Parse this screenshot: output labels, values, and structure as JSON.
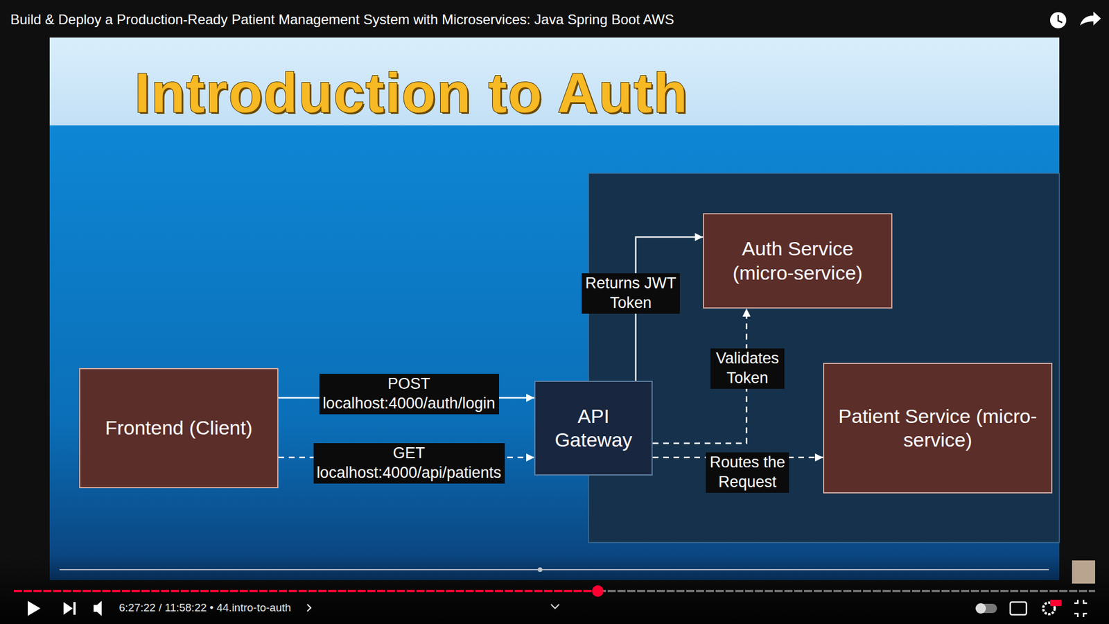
{
  "diagram": {
    "title": "Introduction to Auth",
    "nodes": [
      {
        "text": [
          "Frontend (Client)"
        ]
      },
      {
        "text": [
          "API Gateway"
        ]
      },
      {
        "text": [
          "Auth Service (micro-service)"
        ]
      },
      {
        "text": [
          "Patient Service (micro-service)"
        ]
      }
    ],
    "edges": [
      {
        "from": 0,
        "to": 1,
        "label": "POST localhost:4000/auth/login",
        "arrow": "to"
      },
      {
        "from": 0,
        "to": 1,
        "label": "GET localhost:4000/api/patients",
        "arrow": "to"
      },
      {
        "from": 1,
        "to": 2,
        "label": "Returns JWT Token",
        "arrow": "to"
      },
      {
        "from": 1,
        "to": 2,
        "label": "Validates Token",
        "arrow": "to"
      },
      {
        "from": 1,
        "to": 3,
        "label": "Routes the Request",
        "arrow": "to"
      }
    ],
    "labels": [
      "Build & Deploy a Production-Ready Patient Management System with Microservices: Java Spring Boot AWS",
      "6:27:22 / 11:58:22 • 44.intro-to-auth"
    ]
  }
}
